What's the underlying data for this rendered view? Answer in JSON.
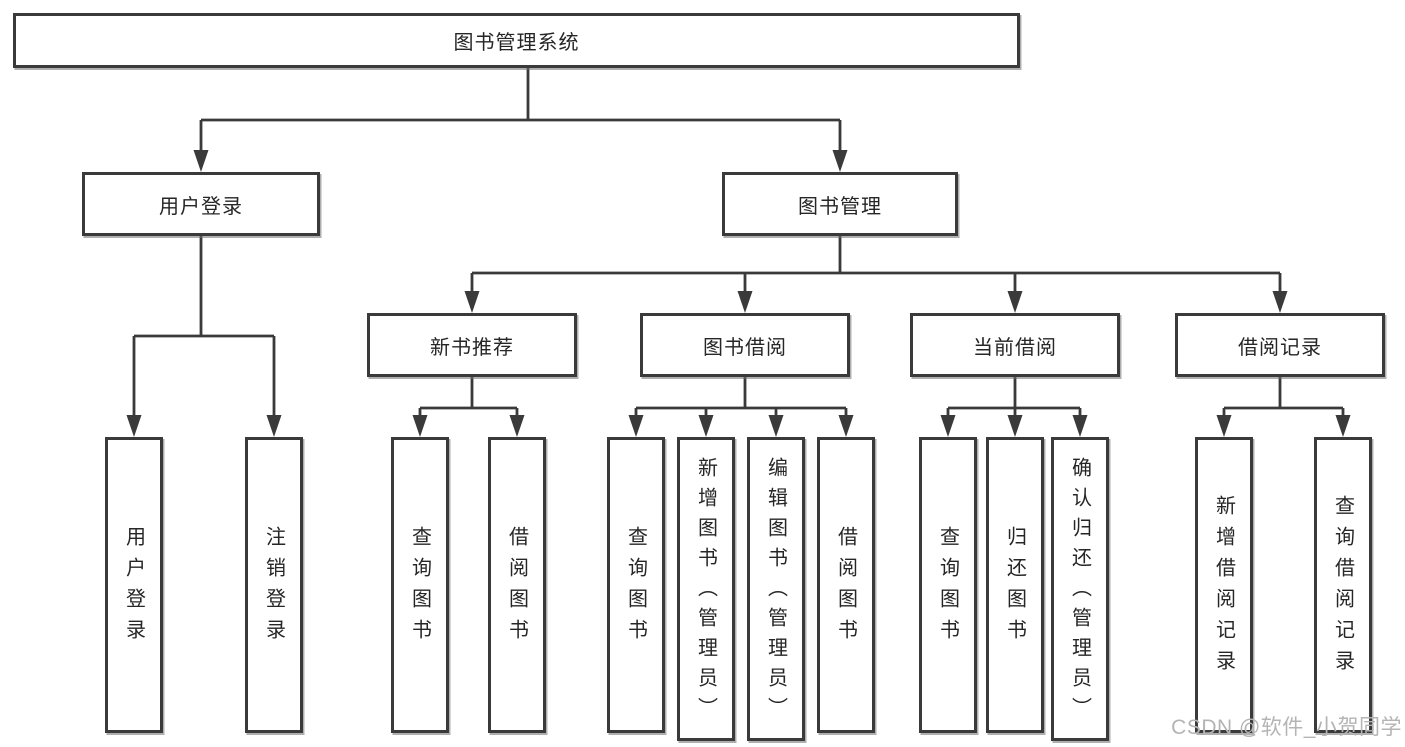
{
  "nodes": {
    "root": {
      "label": "图书管理系统"
    },
    "level2": [
      {
        "label": "用户登录"
      },
      {
        "label": "图书管理"
      }
    ],
    "level3": [
      {
        "label": "新书推荐"
      },
      {
        "label": "图书借阅"
      },
      {
        "label": "当前借阅"
      },
      {
        "label": "借阅记录"
      }
    ],
    "leaves": [
      {
        "label": "用户登录"
      },
      {
        "label": "注销登录"
      },
      {
        "label": "查询图书"
      },
      {
        "label": "借阅图书"
      },
      {
        "label": "查询图书"
      },
      {
        "label": "新增图书（管理员）"
      },
      {
        "label": "编辑图书（管理员）"
      },
      {
        "label": "借阅图书"
      },
      {
        "label": "查询图书"
      },
      {
        "label": "归还图书"
      },
      {
        "label": "确认归还（管理员）"
      },
      {
        "label": "新增借阅记录"
      },
      {
        "label": "查询借阅记录"
      }
    ]
  },
  "watermark": {
    "text": "CSDN @软件_小贺同学"
  },
  "colors": {
    "line": "#3a3a3a",
    "box_border": "#3a3a3a",
    "text": "#262626",
    "background": "#ffffff",
    "watermark": "#b4b4b4"
  }
}
